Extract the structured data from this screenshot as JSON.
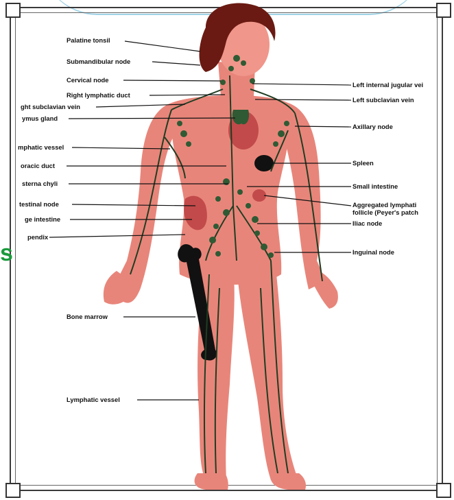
{
  "labels_left": [
    {
      "id": "palatine-tonsil",
      "text": "Palatine tonsil"
    },
    {
      "id": "submandibular-node",
      "text": "Submandibular node"
    },
    {
      "id": "cervical-node",
      "text": "Cervical node"
    },
    {
      "id": "right-lymphatic-duct",
      "text": "Right lymphatic duct"
    },
    {
      "id": "right-subclavian-vein",
      "text": "ght subclavian vein"
    },
    {
      "id": "thymus-gland",
      "text": "ymus gland"
    },
    {
      "id": "lymphatic-vessel-arm",
      "text": "mphatic vessel"
    },
    {
      "id": "thoracic-duct",
      "text": "oracic duct"
    },
    {
      "id": "cisterna-chyli",
      "text": "sterna chyli"
    },
    {
      "id": "intestinal-node",
      "text": "testinal node"
    },
    {
      "id": "large-intestine",
      "text": "ge intestine"
    },
    {
      "id": "appendix",
      "text": "pendix"
    },
    {
      "id": "bone-marrow",
      "text": "Bone marrow"
    },
    {
      "id": "lymphatic-vessel-leg",
      "text": "Lymphatic vessel"
    }
  ],
  "labels_right": [
    {
      "id": "left-internal-jugular-vein",
      "text": "Left internal jugular vei"
    },
    {
      "id": "left-subclavian-vein",
      "text": "Left subclavian vein"
    },
    {
      "id": "axillary-node",
      "text": "Axillary node"
    },
    {
      "id": "spleen",
      "text": "Spleen"
    },
    {
      "id": "small-intestine",
      "text": "Small intestine"
    },
    {
      "id": "aggregated-lymphatic-follicle",
      "text": "Aggregated lymphati"
    },
    {
      "id": "peyers-patch",
      "text": "follicle (Peyer's patch"
    },
    {
      "id": "iliac-node",
      "text": "Iliac node"
    },
    {
      "id": "inguinal-node",
      "text": "Inguinal node"
    }
  ],
  "side_letter": "s",
  "colors": {
    "skin": "#e8857a",
    "skin_light": "#f4a79a",
    "hair": "#6a1a12",
    "vessel": "#1f3d22",
    "node": "#2f5a34",
    "organ": "#c24a4a",
    "bone": "#111111",
    "frame": "#333333",
    "accent": "#1a9a3c"
  }
}
